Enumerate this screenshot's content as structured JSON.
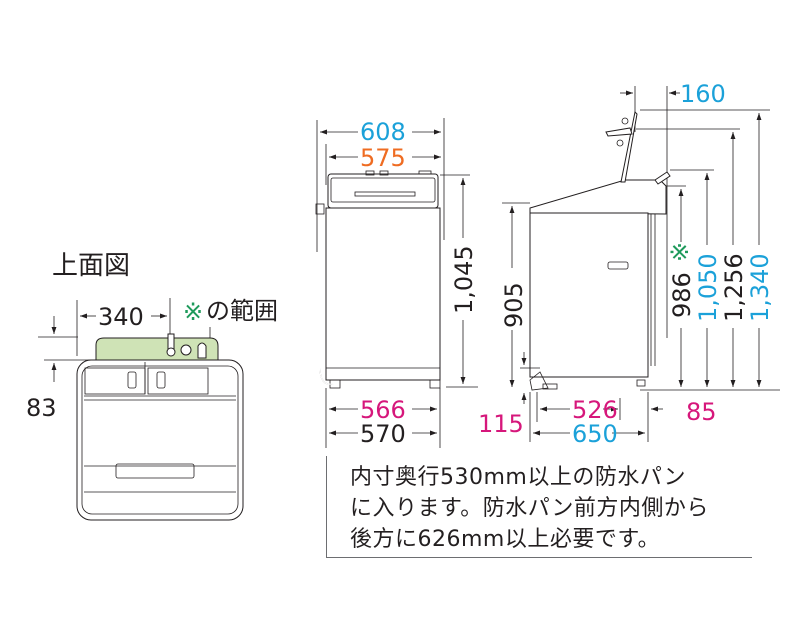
{
  "colors": {
    "black": "#231f20",
    "blue": "#1ba1d9",
    "orange": "#ef6c22",
    "magenta": "#d6177b",
    "green": "#1e9a5b",
    "green_fill": "#cfe3b6"
  },
  "top_view": {
    "title": "上面図",
    "range_mark": "※",
    "range_label": "の範囲",
    "width_dim": "340",
    "depth_dim": "83"
  },
  "front_view": {
    "outer_width": "608",
    "body_width": "575",
    "height": "1,045",
    "foot_inner_width": "566",
    "base_width": "570"
  },
  "side_view": {
    "lid_offset": "160",
    "body_height": "905",
    "hose_height": "115",
    "faucet_mark": "※",
    "faucet_height": "986",
    "height_lid_1050": "1,050",
    "height_1256": "1,256",
    "height_lid_open": "1,340",
    "foot_span": "526",
    "depth": "650",
    "rear_offset": "85"
  },
  "note": {
    "lines": [
      "内寸奥行530mm以上の防水パン",
      "に入ります。防水パン前方内側から",
      "後方に626mm以上必要です。"
    ]
  }
}
